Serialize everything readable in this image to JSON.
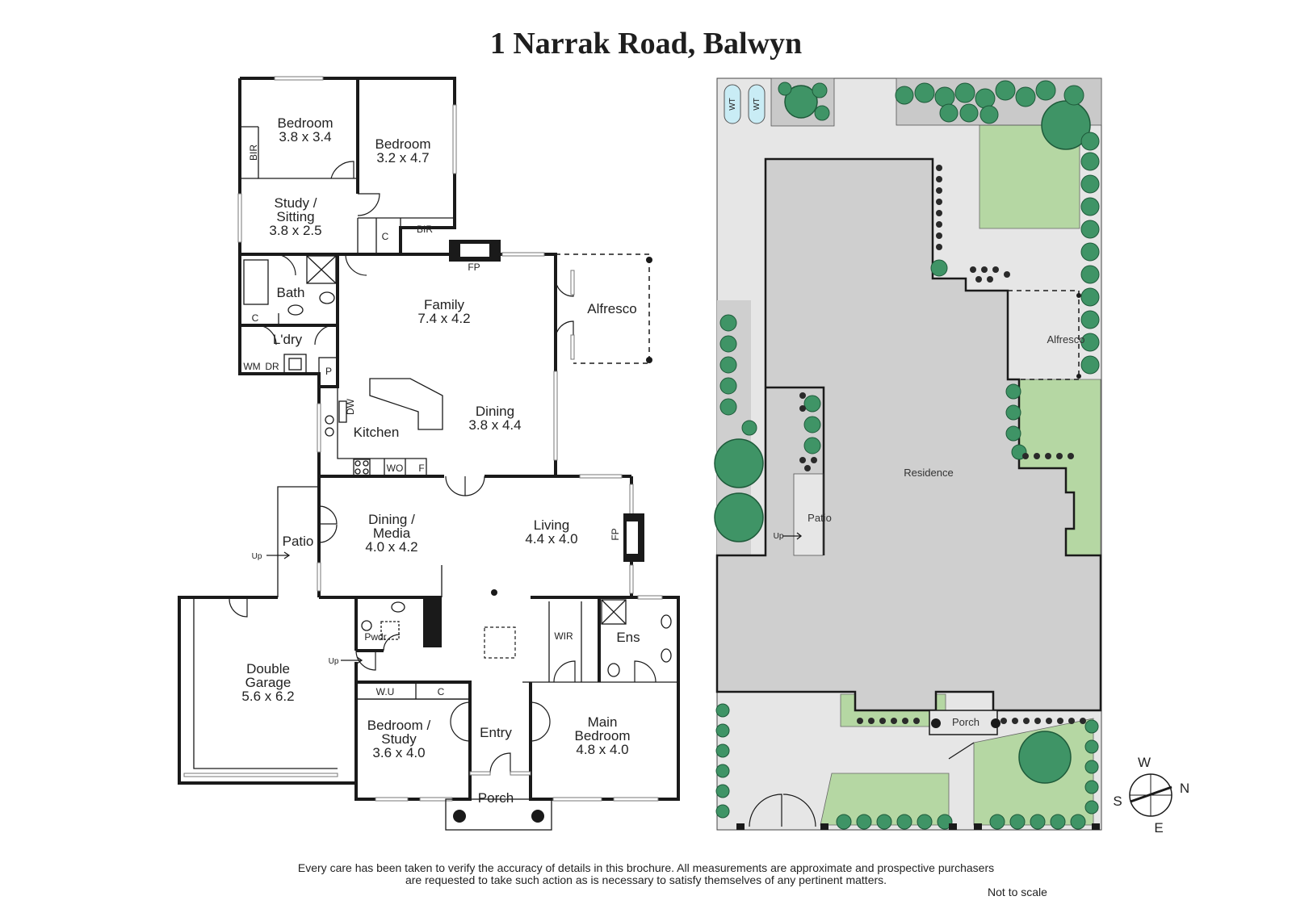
{
  "title": "1 Narrak Road, Balwyn",
  "floor_plan": {
    "rooms": [
      {
        "id": "bedroom-1",
        "name": "Bedroom",
        "dims": "3.8 x 3.4"
      },
      {
        "id": "bedroom-2",
        "name": "Bedroom",
        "dims": "3.2 x 4.7"
      },
      {
        "id": "study-sitting",
        "name_line1": "Study /",
        "name_line2": "Sitting",
        "dims": "3.8 x 2.5"
      },
      {
        "id": "bath",
        "name": "Bath"
      },
      {
        "id": "laundry",
        "name": "L'dry"
      },
      {
        "id": "family",
        "name": "Family",
        "dims": "7.4 x 4.2"
      },
      {
        "id": "alfresco",
        "name": "Alfresco"
      },
      {
        "id": "kitchen",
        "name": "Kitchen"
      },
      {
        "id": "dining",
        "name": "Dining",
        "dims": "3.8 x 4.4"
      },
      {
        "id": "patio",
        "name": "Patio"
      },
      {
        "id": "dining-media",
        "name_line1": "Dining /",
        "name_line2": "Media",
        "dims": "4.0 x 4.2"
      },
      {
        "id": "living",
        "name": "Living",
        "dims": "4.4 x 4.0"
      },
      {
        "id": "double-garage",
        "name_line1": "Double",
        "name_line2": "Garage",
        "dims": "5.6 x 6.2"
      },
      {
        "id": "powder",
        "name": "Pwdr"
      },
      {
        "id": "wir",
        "name": "WIR"
      },
      {
        "id": "ensuite",
        "name": "Ens"
      },
      {
        "id": "bedroom-study",
        "name_line1": "Bedroom /",
        "name_line2": "Study",
        "dims": "3.6 x 4.0"
      },
      {
        "id": "entry",
        "name": "Entry"
      },
      {
        "id": "main-bedroom",
        "name_line1": "Main",
        "name_line2": "Bedroom",
        "dims": "4.8 x 4.0"
      },
      {
        "id": "porch",
        "name": "Porch"
      }
    ],
    "fixtures": {
      "bir": "BIR",
      "cupboard": "C",
      "fireplace": "FP",
      "wm": "WM",
      "dr": "DR",
      "pantry": "P",
      "dishwasher": "DW",
      "wall_oven": "WO",
      "fridge": "F",
      "wu": "W.U",
      "up": "Up"
    }
  },
  "site_plan": {
    "residence": "Residence",
    "alfresco": "Alfresco",
    "patio": "Patio",
    "porch": "Porch",
    "water_tank": "WT",
    "up": "Up",
    "colors": {
      "residence": "#cfcfcf",
      "paving": "#e6e6e6",
      "lawn": "#b5d7a3",
      "tree": "#3f9466",
      "shrub_dark": "#2a2a2a",
      "water_tank": "#c9ecf5"
    }
  },
  "compass": {
    "w": "W",
    "n": "N",
    "s": "S",
    "e": "E"
  },
  "disclaimer": {
    "line1": "Every care has been taken to verify the accuracy of details in this brochure.  All measurements are approximate and prospective purchasers",
    "line2": "are requested to take such action as is necessary to satisfy themselves of any pertinent matters."
  },
  "scale_note": "Not to scale"
}
